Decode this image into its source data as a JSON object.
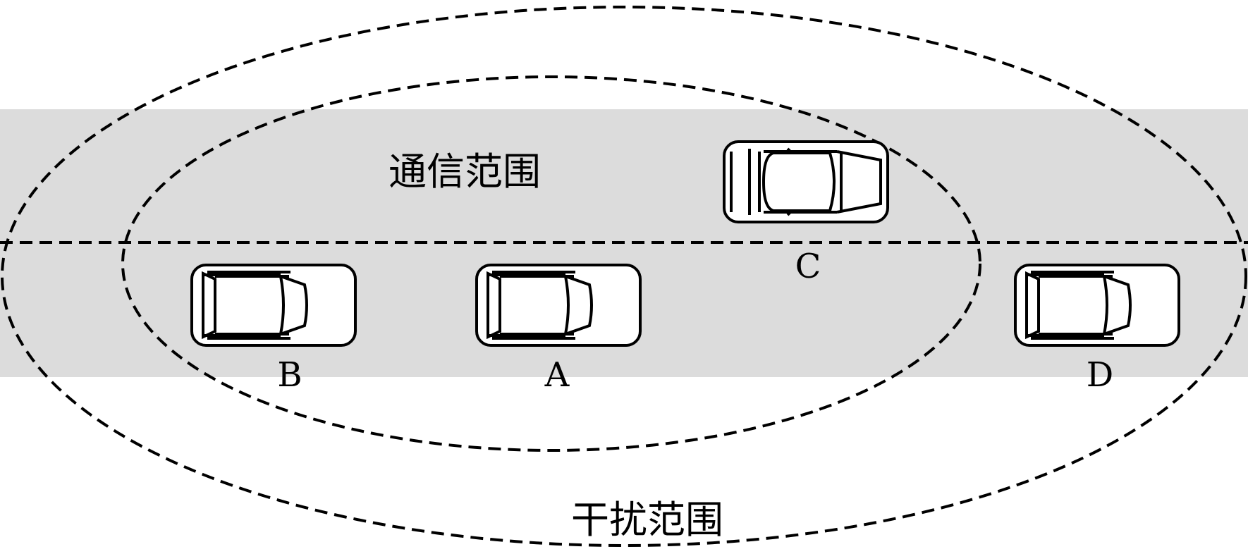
{
  "labels": {
    "communication_range": "通信范围",
    "interference_range": "干扰范围"
  },
  "vehicles": [
    {
      "id": "A"
    },
    {
      "id": "B"
    },
    {
      "id": "C"
    },
    {
      "id": "D"
    }
  ],
  "colors": {
    "road": "#dcdcdc",
    "line": "#000000",
    "car_body": "#ffffff"
  }
}
